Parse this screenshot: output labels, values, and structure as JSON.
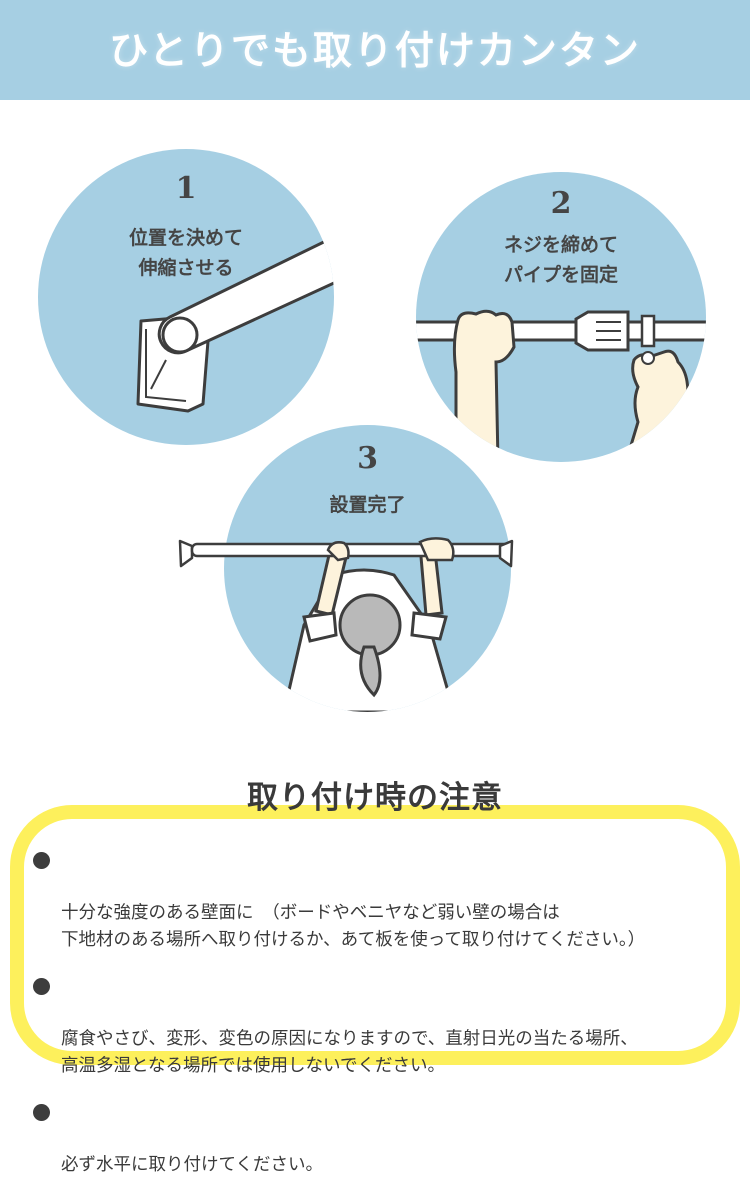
{
  "header": {
    "title": "ひとりでも取り付けカンタン",
    "background": "#a6cfe3"
  },
  "steps": [
    {
      "number": "1",
      "text": "位置を決めて\n伸縮させる",
      "illustration": "tension-rod-end-bracket"
    },
    {
      "number": "2",
      "text": "ネジを締めて\nパイプを固定",
      "illustration": "hands-tightening-screw-on-pipe"
    },
    {
      "number": "3",
      "text": "設置完了",
      "illustration": "woman-hanging-on-installed-rod"
    }
  ],
  "caution": {
    "title": "取り付け時の注意",
    "border_color": "#fdf05c",
    "items": [
      {
        "text": "十分な強度のある壁面に　（ボードやベニヤなど弱い壁の場合は\n下地材のある場所へ取り付けるか、あて板を使って取り付けてください。）"
      },
      {
        "text": "腐食やさび、変形、変色の原因になりますので、直射日光の当たる場所、\n高温多湿となる場所では使用しないでください。"
      },
      {
        "text": "必ず水平に取り付けてください。"
      }
    ]
  },
  "colors": {
    "circle": "#a6cfe3",
    "text_dark": "#3a3a3a",
    "skin": "#fdf3dc",
    "hair": "#b9b9b9",
    "outline": "#3d3d3d"
  }
}
